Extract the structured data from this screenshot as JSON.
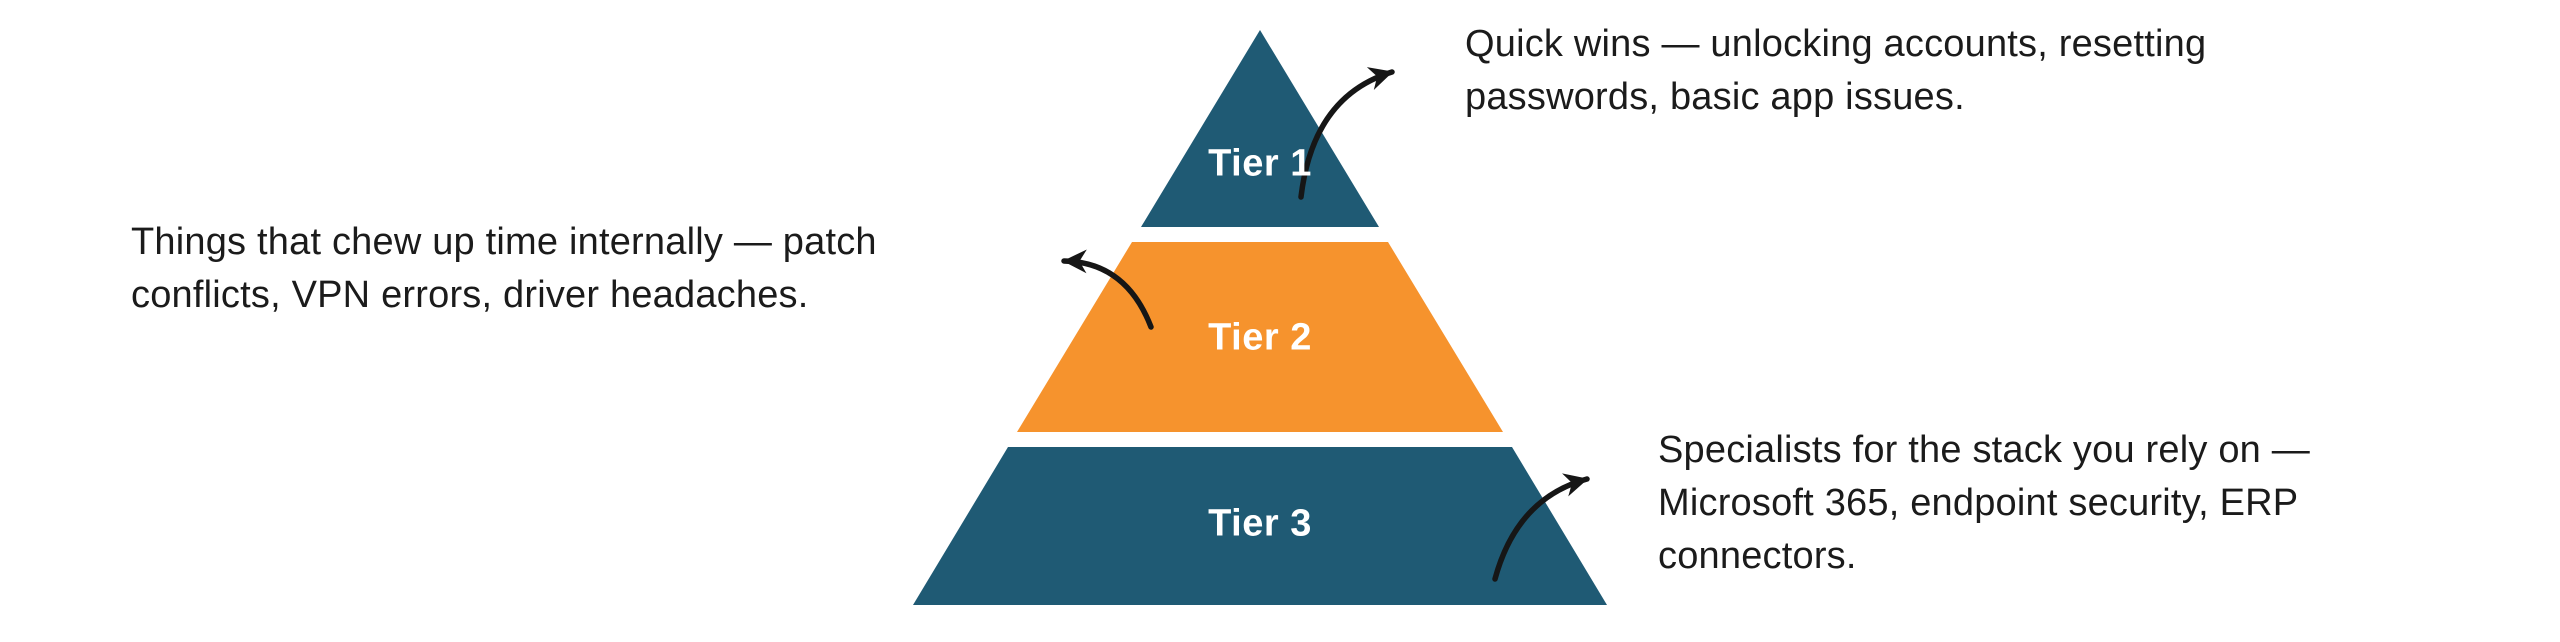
{
  "diagram": {
    "type": "pyramid",
    "tier_count": 3
  },
  "colors": {
    "teal": "#1F5A74",
    "orange": "#F6932D",
    "arrow": "#161616",
    "text": "#1b1b1b",
    "tier_label": "#ffffff"
  },
  "pyramid": {
    "tiers": [
      {
        "label": "Tier 1",
        "color": "#1F5A74"
      },
      {
        "label": "Tier 2",
        "color": "#F6932D"
      },
      {
        "label": "Tier 3",
        "color": "#1F5A74"
      }
    ]
  },
  "annotations": {
    "top_right": {
      "tier": "Tier 1",
      "text": "Quick wins — unlocking accounts, resetting passwords, basic app issues.",
      "lines": [
        "Quick wins — unlocking accounts, resetting",
        "passwords, basic app issues."
      ]
    },
    "left": {
      "tier": "Tier 2",
      "text": "Things that chew up time internally — patch conflicts, VPN errors, driver headaches.",
      "lines": [
        "Things that chew up time internally — patch",
        "conflicts, VPN errors, driver headaches."
      ]
    },
    "bottom_right": {
      "tier": "Tier 3",
      "text": "Specialists for the stack you rely on — Microsoft 365, endpoint security, ERP connectors.",
      "lines": [
        "Specialists for the stack you rely on —",
        "Microsoft 365, endpoint security, ERP",
        "connectors."
      ]
    }
  }
}
